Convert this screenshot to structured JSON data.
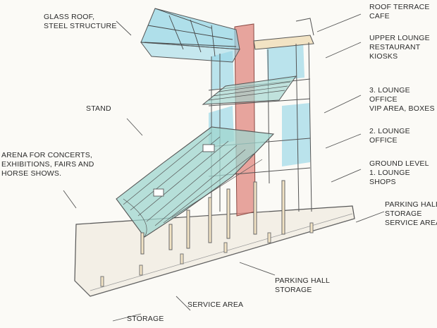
{
  "labels": {
    "glass_roof": [
      "GLASS ROOF,",
      "STEEL STRUCTURE"
    ],
    "roof_terrace": [
      "ROOF TERRACE",
      "CAFE"
    ],
    "upper_lounge": [
      "UPPER LOUNGE",
      "RESTAURANT",
      "KIOSKS"
    ],
    "stand": [
      "STAND"
    ],
    "lounge_3": [
      "3. LOUNGE",
      "OFFICE",
      "VIP AREA, BOXES"
    ],
    "lounge_2": [
      "2. LOUNGE",
      "OFFICE"
    ],
    "arena": [
      "ARENA FOR CONCERTS,",
      "EXHIBITIONS, FAIRS AND",
      "HORSE SHOWS."
    ],
    "ground_level": [
      "GROUND LEVEL",
      "1. LOUNGE",
      "SHOPS"
    ],
    "parking_right": [
      "PARKING HALL",
      "STORAGE",
      "SERVICE AREA"
    ],
    "parking_bottom": [
      "PARKING HALL",
      "STORAGE"
    ],
    "service_area": [
      "SERVICE AREA"
    ],
    "storage": [
      "STORAGE"
    ]
  },
  "colors": {
    "ink": "#4a4a4a",
    "glass_blue": "#8fd3e6",
    "roof_teal": "#9fd6cf",
    "chimney_red": "#e0877f",
    "timber": "#f2e3c4"
  }
}
